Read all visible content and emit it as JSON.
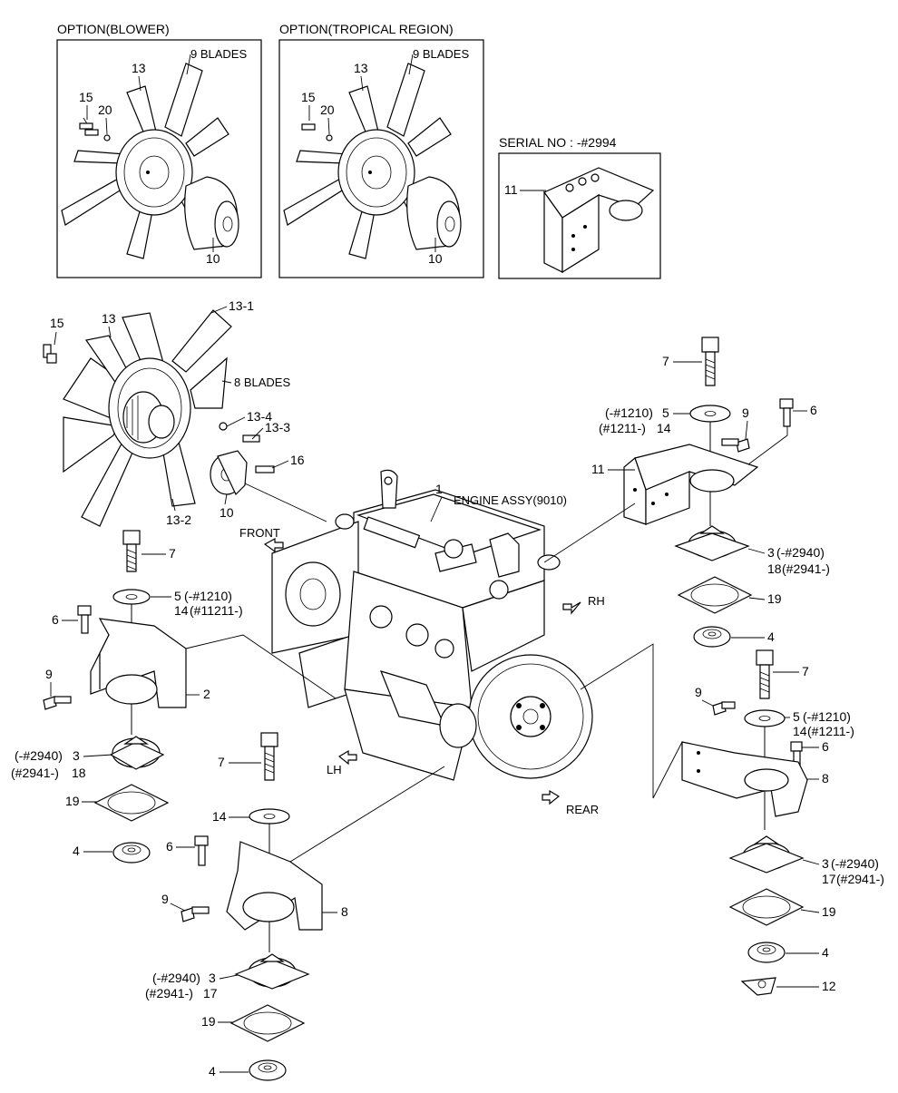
{
  "insets": {
    "blower": {
      "title": "OPTION(BLOWER)",
      "blades": "9 BLADES",
      "c13": "13",
      "c15": "15",
      "c20": "20",
      "c10": "10"
    },
    "tropical": {
      "title": "OPTION(TROPICAL REGION)",
      "blades": "9 BLADES",
      "c13": "13",
      "c15": "15",
      "c20": "20",
      "c10": "10"
    },
    "serial": {
      "title": "SERIAL NO : -#2994",
      "c11": "11"
    }
  },
  "fan": {
    "c15": "15",
    "c13": "13",
    "c13_1": "13-1",
    "blades": "8 BLADES",
    "c13_4": "13-4",
    "c13_3": "13-3",
    "c16": "16",
    "c10": "10",
    "c13_2": "13-2"
  },
  "engine": {
    "c1": "1",
    "name": "ENGINE ASSY(9010)"
  },
  "directions": {
    "front": "FRONT",
    "rh": "RH",
    "lh": "LH",
    "rear": "REAR"
  },
  "left_mount": {
    "c7": "7",
    "c5": "5",
    "c5_note": "(-#1210)",
    "c14": "14",
    "c14_note": "(#11211-)",
    "c6": "6",
    "c9": "9",
    "c2": "2",
    "c3_note": "(-#2940)",
    "c3": "3",
    "c18_note": "(#2941-)",
    "c18": "18",
    "c19": "19",
    "c4": "4"
  },
  "bottom_mount": {
    "c7": "7",
    "c14": "14",
    "c6": "6",
    "c9": "9",
    "c8": "8",
    "c3_note": "(-#2940)",
    "c3": "3",
    "c17_note": "(#2941-)",
    "c17": "17",
    "c19": "19",
    "c4": "4"
  },
  "upper_right_mount": {
    "c7": "7",
    "c5_note": "(-#1210)",
    "c5": "5",
    "c14_note": "(#1211-)",
    "c14": "14",
    "c9": "9",
    "c6": "6",
    "c11": "11",
    "c3": "3",
    "c3_note": "(-#2940)",
    "c18": "18",
    "c18_note": "(#2941-)",
    "c19": "19",
    "c4": "4"
  },
  "lower_right_mount": {
    "c7": "7",
    "c9": "9",
    "c5": "5",
    "c5_note": "(-#1210)",
    "c14": "14",
    "c14_note": "(#1211-)",
    "c6": "6",
    "c8": "8",
    "c3": "3",
    "c3_note": "(-#2940)",
    "c17": "17",
    "c17_note": "(#2941-)",
    "c19": "19",
    "c4": "4",
    "c12": "12"
  }
}
